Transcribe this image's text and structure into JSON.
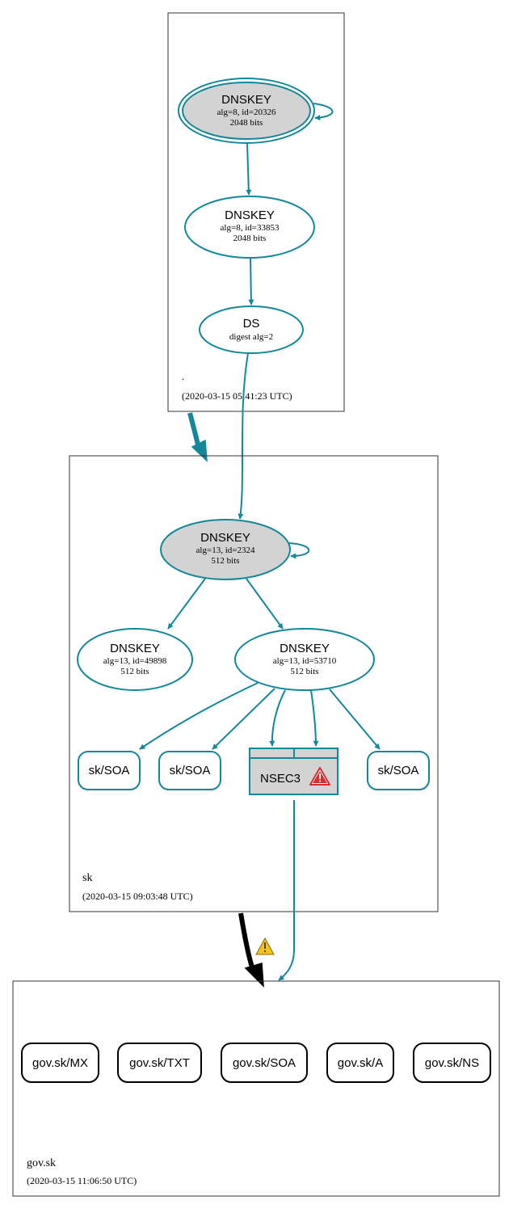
{
  "zones": {
    "root": {
      "name": ".",
      "timestamp": "(2020-03-15 05:41:23 UTC)"
    },
    "sk": {
      "name": "sk",
      "timestamp": "(2020-03-15 09:03:48 UTC)"
    },
    "govsk": {
      "name": "gov.sk",
      "timestamp": "(2020-03-15 11:06:50 UTC)"
    }
  },
  "root_nodes": {
    "ksk": {
      "title": "DNSKEY",
      "line1": "alg=8, id=20326",
      "line2": "2048 bits"
    },
    "zsk": {
      "title": "DNSKEY",
      "line1": "alg=8, id=33853",
      "line2": "2048 bits"
    },
    "ds": {
      "title": "DS",
      "line1": "digest alg=2"
    }
  },
  "sk_nodes": {
    "ksk": {
      "title": "DNSKEY",
      "line1": "alg=13, id=2324",
      "line2": "512 bits"
    },
    "zsk1": {
      "title": "DNSKEY",
      "line1": "alg=13, id=49898",
      "line2": "512 bits"
    },
    "zsk2": {
      "title": "DNSKEY",
      "line1": "alg=13, id=53710",
      "line2": "512 bits"
    },
    "rrsets": [
      "sk/SOA",
      "sk/SOA",
      "sk/SOA"
    ],
    "nsec3": "NSEC3"
  },
  "govsk_rrsets": [
    "gov.sk/MX",
    "gov.sk/TXT",
    "gov.sk/SOA",
    "gov.sk/A",
    "gov.sk/NS"
  ],
  "colors": {
    "edge": "#14879a",
    "ksk_fill": "#d3d3d3",
    "warning_red": "#d03030",
    "warning_yellow": "#f0c419",
    "delegation_secure": "#14879a",
    "delegation_insecure": "#000000"
  }
}
